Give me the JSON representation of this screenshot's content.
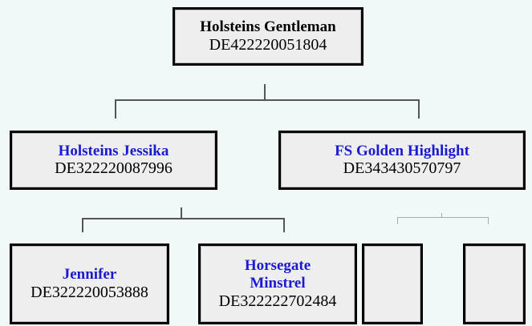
{
  "pedigree": {
    "root": {
      "name": "Holsteins Gentleman",
      "reg": "DE422220051804"
    },
    "sire_line": {
      "name": "Holsteins Jessika",
      "reg": "DE322220087996"
    },
    "dam_line": {
      "name": "FS Golden Highlight",
      "reg": "DE343430570797"
    },
    "gen3": [
      {
        "name": "Jennifer",
        "reg": "DE322220053888"
      },
      {
        "name": "Horsegate Minstrel",
        "reg": "DE322222702484"
      },
      {
        "name": "",
        "reg": ""
      },
      {
        "name": "",
        "reg": ""
      }
    ]
  },
  "colors": {
    "background": "#f0f8f8",
    "box_fill": "#eeeeee",
    "box_border": "#000000",
    "link_text": "#1a1ad0",
    "connector": "#555555",
    "connector_light": "#a8a8a8"
  }
}
